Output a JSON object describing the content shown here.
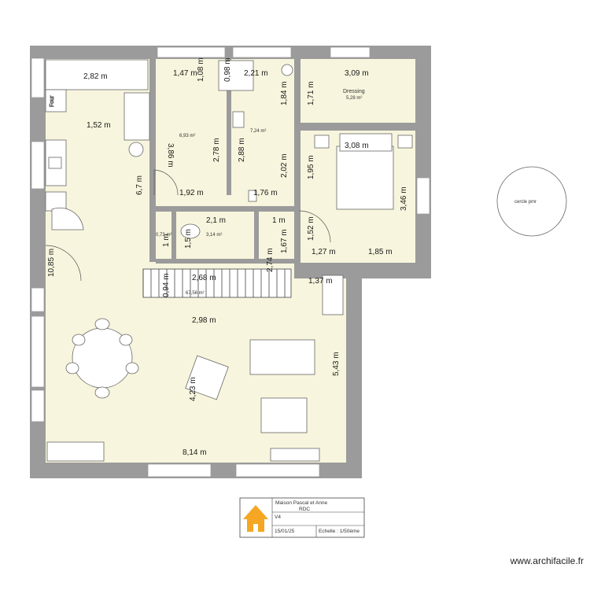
{
  "dimensions": [
    "2,82 m",
    "1,52 m",
    "1,47 m",
    "1,08 m",
    "0,98 m",
    "2,21 m",
    "1,84 m",
    "1,71 m",
    "3,09 m",
    "3,86 m",
    "2,78 m",
    "2,88 m",
    "2,02 m",
    "3,08 m",
    "1,95 m",
    "3,46 m",
    "6,7 m",
    "1,92 m",
    "1,76 m",
    "2,1 m",
    "1 m",
    "1 m",
    "1,5 m",
    "1,67 m",
    "1,52 m",
    "1,27 m",
    "1,85 m",
    "2,74 m",
    "10,85 m",
    "0,94 m",
    "2,68 m",
    "1,37 m",
    "2,98 m",
    "5,43 m",
    "4,23 m",
    "8,14 m"
  ],
  "areas": [
    "6,93 m²",
    "7,24 m²",
    "5,28 m²",
    "0,73 m²",
    "3,14 m²",
    "67,56 m²"
  ],
  "room_labels": {
    "dressing": "Dressing",
    "oven": "Four"
  },
  "circle_label": "cercle pmr",
  "title_block": {
    "title_line1": "Maison Pascal et Anne",
    "title_line2": "RDC",
    "version": "V4",
    "date": "15/01/25",
    "scale": "Echelle : 1/50ème"
  },
  "watermark": "www.archifacile.fr",
  "colors": {
    "wall": "#9b9b9b",
    "floor": "#f7f5dd",
    "logo": "#f5a623"
  }
}
